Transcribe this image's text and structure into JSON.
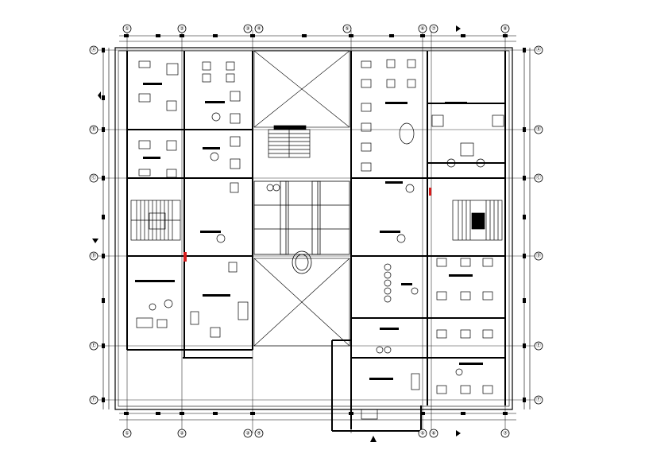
{
  "drawing": {
    "columns_top": [
      "①",
      "②",
      "③",
      "④",
      "⑤",
      "⑥",
      "⑦",
      "⑧"
    ],
    "columns_bottom": [
      "①",
      "②",
      "③",
      "④",
      "⑤",
      "⑥",
      "⑦"
    ],
    "rows_left": [
      "Ⓐ",
      "Ⓑ",
      "Ⓒ",
      "Ⓓ",
      "Ⓔ",
      "Ⓕ"
    ],
    "rows_right": [
      "Ⓐ",
      "Ⓑ",
      "Ⓒ",
      "Ⓓ",
      "Ⓔ",
      "Ⓕ"
    ]
  }
}
